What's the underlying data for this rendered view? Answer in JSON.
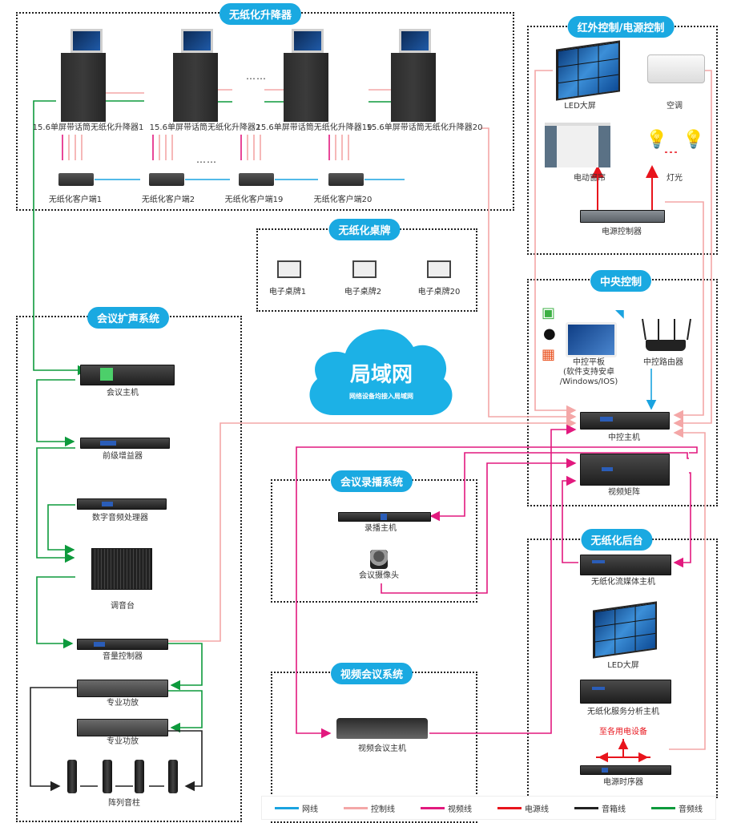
{
  "colors": {
    "network": "#1aa3e0",
    "control": "#f4a7a7",
    "video": "#e2197e",
    "power": "#e8141c",
    "speaker": "#222222",
    "audio": "#0d9a3c",
    "pill": "#1aa9e1"
  },
  "groups": {
    "lift": {
      "title": "无纸化升降器"
    },
    "ir": {
      "title": "红外控制/电源控制"
    },
    "nameplate": {
      "title": "无纸化桌牌"
    },
    "central": {
      "title": "中央控制"
    },
    "audio": {
      "title": "会议扩声系统"
    },
    "recording": {
      "title": "会议录播系统"
    },
    "video_conf": {
      "title": "视频会议系统"
    },
    "backend": {
      "title": "无纸化后台"
    }
  },
  "lift": {
    "lifters": [
      {
        "label": "15.6单屏带话筒无纸化升降器1"
      },
      {
        "label": "15.6单屏带话筒无纸化升降器2"
      },
      {
        "label": "15.6单屏带话筒无纸化升降器19"
      },
      {
        "label": "15.6单屏带话筒无纸化升降器20"
      }
    ],
    "clients": [
      {
        "label": "无纸化客户端1"
      },
      {
        "label": "无纸化客户端2"
      },
      {
        "label": "无纸化客户端19"
      },
      {
        "label": "无纸化客户端20"
      }
    ],
    "ellipsis": "……"
  },
  "ir": {
    "led": "LED大屏",
    "ac": "空调",
    "curtain": "电动窗帘",
    "light": "灯光",
    "power_ctrl": "电源控制器"
  },
  "nameplate": {
    "items": [
      {
        "label": "电子桌牌1"
      },
      {
        "label": "电子桌牌2"
      },
      {
        "label": "电子桌牌20"
      }
    ]
  },
  "cloud": {
    "title": "局域网",
    "subtitle": "网络设备均接入局域网"
  },
  "central": {
    "tablet": "中控平板",
    "tablet_note1": "(软件支持安卓",
    "tablet_note2": "/Windows/IOS)",
    "router": "中控路由器",
    "host": "中控主机",
    "matrix": "视频矩阵"
  },
  "audio": {
    "host": "会议主机",
    "preamp": "前级增益器",
    "dsp": "数字音频处理器",
    "mixer": "调音台",
    "volume": "音量控制器",
    "amp1": "专业功放",
    "amp2": "专业功放",
    "speakers": "阵列音柱"
  },
  "recording": {
    "host": "录播主机",
    "camera": "会议摄像头"
  },
  "video_conf": {
    "host": "视频会议主机"
  },
  "backend": {
    "stream": "无纸化流媒体主机",
    "led": "LED大屏",
    "server": "无纸化服务分析主机",
    "power_note": "至各用电设备",
    "sequencer": "电源时序器"
  },
  "legend": [
    {
      "label": "网线",
      "color": "#1aa3e0"
    },
    {
      "label": "控制线",
      "color": "#f4a7a7"
    },
    {
      "label": "视频线",
      "color": "#e2197e"
    },
    {
      "label": "电源线",
      "color": "#e8141c"
    },
    {
      "label": "音箱线",
      "color": "#222222"
    },
    {
      "label": "音频线",
      "color": "#0d9a3c"
    }
  ]
}
